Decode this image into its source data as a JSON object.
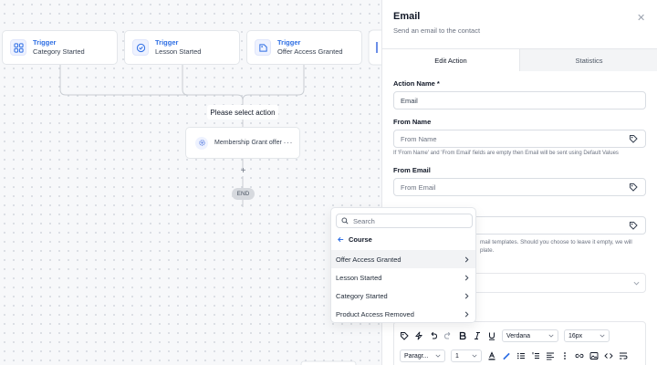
{
  "canvas": {
    "triggers": [
      {
        "title": "Trigger",
        "subtitle": "Category Started",
        "icon": "grid-icon"
      },
      {
        "title": "Trigger",
        "subtitle": "Lesson Started",
        "icon": "circle-check-icon"
      },
      {
        "title": "Trigger",
        "subtitle": "Offer Access Granted",
        "icon": "tag-icon"
      }
    ],
    "select_action_label": "Please select action",
    "action_node": {
      "label": "Membership Grant offer",
      "menu": "···"
    },
    "add_symbol": "+",
    "end_label": "END"
  },
  "dropdown": {
    "search_placeholder": "Search",
    "back_label": "Course",
    "items": [
      {
        "label": "Offer Access Granted"
      },
      {
        "label": "Lesson Started"
      },
      {
        "label": "Category Started"
      },
      {
        "label": "Product Access Removed"
      }
    ]
  },
  "panel": {
    "title": "Email",
    "subtitle": "Send an email to the contact",
    "close": "✕",
    "tabs": [
      {
        "label": "Edit Action"
      },
      {
        "label": "Statistics"
      }
    ],
    "action_name_label": "Action Name *",
    "action_name_value": "Email",
    "from_name_label": "From Name",
    "from_name_placeholder": "From Name",
    "from_hint": "If 'From Name' and 'From Email' fields are empty then Email will be sent using Default Values",
    "from_email_label": "From Email",
    "from_email_placeholder": "From Email",
    "template_hint_1": "mail templates. Should you choose to leave it empty, we will",
    "template_hint_2": "plate."
  },
  "editor": {
    "font_family": "Verdana",
    "font_size": "16px",
    "paragraph": "Paragr...",
    "line_height": "1"
  },
  "colors": {
    "accent": "#2f6fe4",
    "canvas_bg": "#f7f8fa"
  }
}
